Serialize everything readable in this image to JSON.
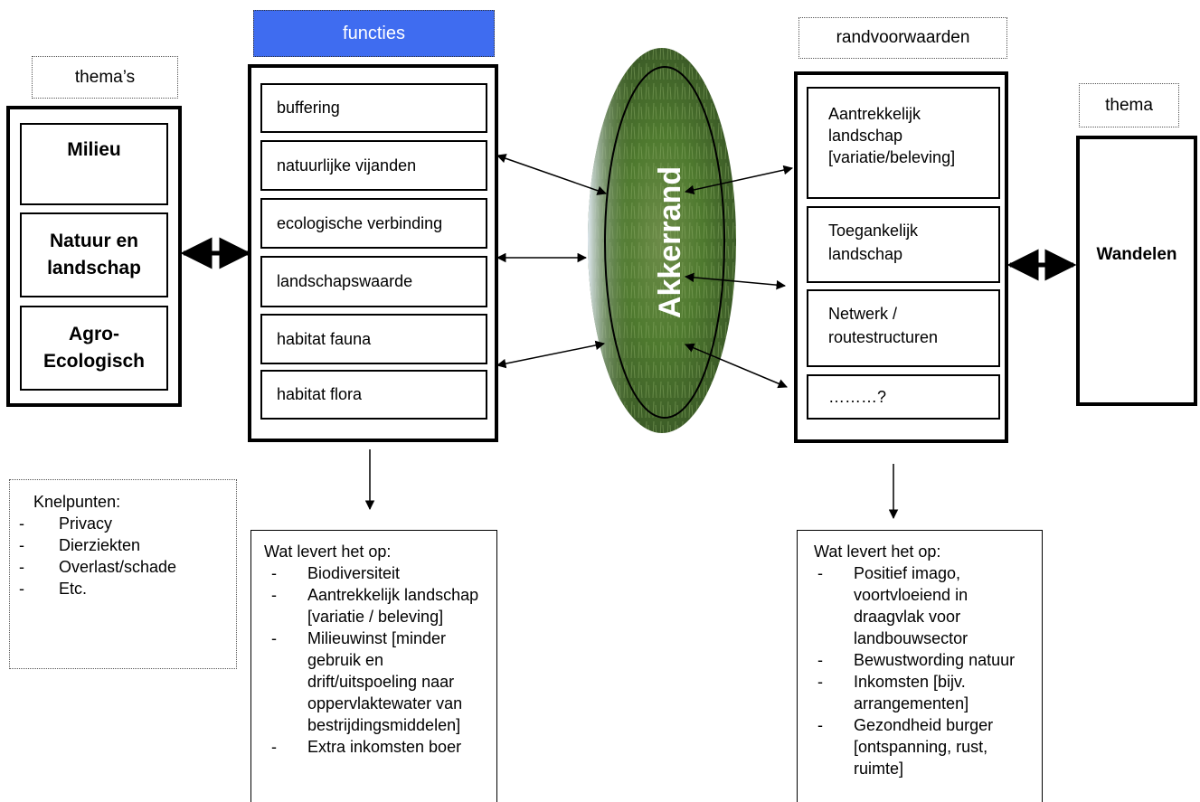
{
  "left": {
    "header": "thema’s",
    "items": [
      "Milieu",
      "Natuur en landschap",
      "Agro-Ecologisch"
    ]
  },
  "functions": {
    "header": "functies",
    "header_color": "#3f6cf0",
    "items": [
      "buffering",
      "natuurlijke vijanden",
      "ecologische verbinding",
      "landschapswaarde",
      "habitat fauna",
      "habitat flora"
    ]
  },
  "center": {
    "label": "Akkerrand"
  },
  "conditions": {
    "header": "randvoorwaarden",
    "items": [
      "Aantrekkelijk landschap [variatie/beleving]",
      "Toegankelijk landschap",
      "Netwerk / routestructuren",
      "………?"
    ]
  },
  "right": {
    "header": "thema",
    "item": "Wandelen"
  },
  "knelpunten": {
    "title": "Knelpunten:",
    "items": [
      "Privacy",
      "Dierziekten",
      "Overlast/schade",
      "Etc."
    ]
  },
  "results_left": {
    "title": "Wat levert het op:",
    "items": [
      "Biodiversiteit",
      "Aantrekkelijk landschap [variatie / beleving]",
      "Milieuwinst [minder gebruik en drift/uitspoeling naar oppervlaktewater van bestrijdingsmiddelen]",
      "Extra inkomsten boer"
    ]
  },
  "results_right": {
    "title": "Wat levert het op:",
    "items": [
      "Positief imago, voortvloeiend in draagvlak voor landbouwsector",
      "Bewustwording natuur",
      "Inkomsten [bijv. arrangementen]",
      "Gezondheid burger [ontspanning, rust, ruimte]"
    ]
  }
}
